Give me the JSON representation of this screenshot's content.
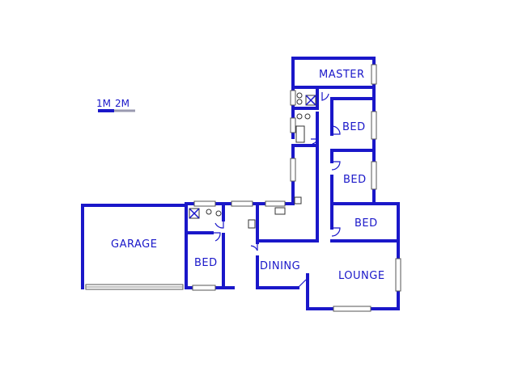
{
  "scale": {
    "label_1": "1M",
    "label_2": "2M",
    "colors": {
      "primary": "#1a17c9",
      "secondary": "#9a9ab0"
    }
  },
  "rooms": {
    "master": "MASTER",
    "bed_1": "BED",
    "bed_2": "BED",
    "bed_3": "BED",
    "bed_4": "BED",
    "garage": "GARAGE",
    "dining": "DINING",
    "lounge": "LOUNGE"
  },
  "colors": {
    "wall": "#1a17c9",
    "background": "#ffffff"
  }
}
